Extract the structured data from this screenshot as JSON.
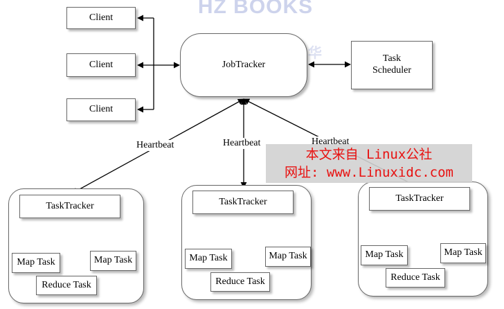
{
  "watermark": {
    "text": "HZ BOOKS",
    "char": "华"
  },
  "clients": [
    "Client",
    "Client",
    "Client"
  ],
  "jobtracker": {
    "label": "JobTracker"
  },
  "task_scheduler": {
    "line1": "Task",
    "line2": "Scheduler"
  },
  "heartbeat_label": "Heartbeat",
  "groups": [
    {
      "tasktracker": "TaskTracker",
      "map1": "Map Task",
      "map2": "Map Task",
      "reduce": "Reduce Task"
    },
    {
      "tasktracker": "TaskTracker",
      "map1": "Map Task",
      "map2": "Map Task",
      "reduce": "Reduce Task"
    },
    {
      "tasktracker": "TaskTracker",
      "map1": "Map Task",
      "map2": "Map Task",
      "reduce": "Reduce Task"
    }
  ],
  "overlay": {
    "line1": "本文来自 Linux公社",
    "line2": "网址: www.Linuxidc.com"
  },
  "colors": {
    "line": "#000000",
    "overlay_text": "#e8100f"
  }
}
